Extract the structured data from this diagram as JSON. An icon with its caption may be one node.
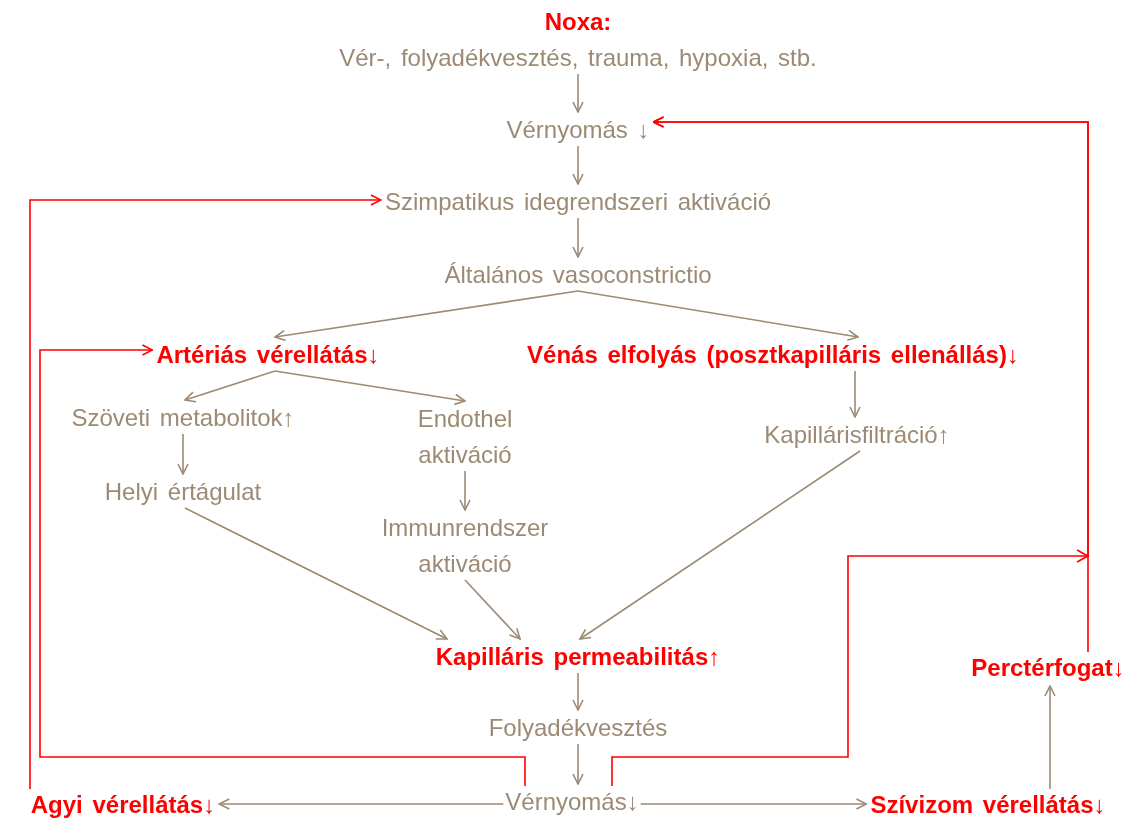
{
  "diagram": {
    "nodes": [
      {
        "text": [
          "Noxa:",
          "Vér-, folyadékvesztés, trauma, hypoxia, stb."
        ]
      },
      {
        "text": [
          "Vérnyomás ↓"
        ]
      },
      {
        "text": [
          "Szimpatikus idegrendszeri aktiváció"
        ]
      },
      {
        "text": [
          "Általános vasoconstrictio"
        ]
      },
      {
        "text": [
          "Artériás vérellátás↓"
        ]
      },
      {
        "text": [
          "Vénás elfolyás (posztkapilláris ellenállás)↓"
        ]
      },
      {
        "text": [
          "Szöveti metabolitok↑"
        ]
      },
      {
        "text": [
          "Endothel aktiváció"
        ]
      },
      {
        "text": [
          "Kapillárisfiltráció↑"
        ]
      },
      {
        "text": [
          "Helyi értágulat"
        ]
      },
      {
        "text": [
          "Immunrendszer aktiváció"
        ]
      },
      {
        "text": [
          "Kapilláris permeabilitás↑"
        ]
      },
      {
        "text": [
          "Perctérfogat↓"
        ]
      },
      {
        "text": [
          "Folyadékvesztés"
        ]
      },
      {
        "text": [
          "Agyi vérellátás↓"
        ]
      },
      {
        "text": [
          "Vérnyomás↓"
        ]
      },
      {
        "text": [
          "Szívizom vérellátás↓"
        ]
      }
    ],
    "edges": [
      {
        "from": 0,
        "to": 1,
        "arrow": "to"
      },
      {
        "from": 1,
        "to": 2,
        "arrow": "to"
      },
      {
        "from": 2,
        "to": 3,
        "arrow": "to"
      },
      {
        "from": 3,
        "to": 4,
        "arrow": "to"
      },
      {
        "from": 3,
        "to": 5,
        "arrow": "to"
      },
      {
        "from": 4,
        "to": 6,
        "arrow": "to"
      },
      {
        "from": 4,
        "to": 7,
        "arrow": "to"
      },
      {
        "from": 5,
        "to": 8,
        "arrow": "to"
      },
      {
        "from": 6,
        "to": 9,
        "arrow": "to"
      },
      {
        "from": 7,
        "to": 10,
        "arrow": "to"
      },
      {
        "from": 9,
        "to": 11,
        "arrow": "to"
      },
      {
        "from": 10,
        "to": 11,
        "arrow": "to"
      },
      {
        "from": 8,
        "to": 11,
        "arrow": "to"
      },
      {
        "from": 11,
        "to": 13,
        "arrow": "to"
      },
      {
        "from": 13,
        "to": 15,
        "arrow": "to"
      },
      {
        "from": 15,
        "to": 14,
        "arrow": "to"
      },
      {
        "from": 15,
        "to": 16,
        "arrow": "to"
      },
      {
        "from": 16,
        "to": 12,
        "arrow": "to"
      },
      {
        "from": 12,
        "to": 1,
        "arrow": "to",
        "color": "#ff0000"
      },
      {
        "from": 14,
        "to": 2,
        "arrow": "to",
        "color": "#ff0000"
      },
      {
        "from": 15,
        "to": 4,
        "arrow": "to",
        "color": "#ff0000"
      },
      {
        "from": 15,
        "to": 1,
        "arrow": "to",
        "color": "#ff0000"
      }
    ]
  }
}
